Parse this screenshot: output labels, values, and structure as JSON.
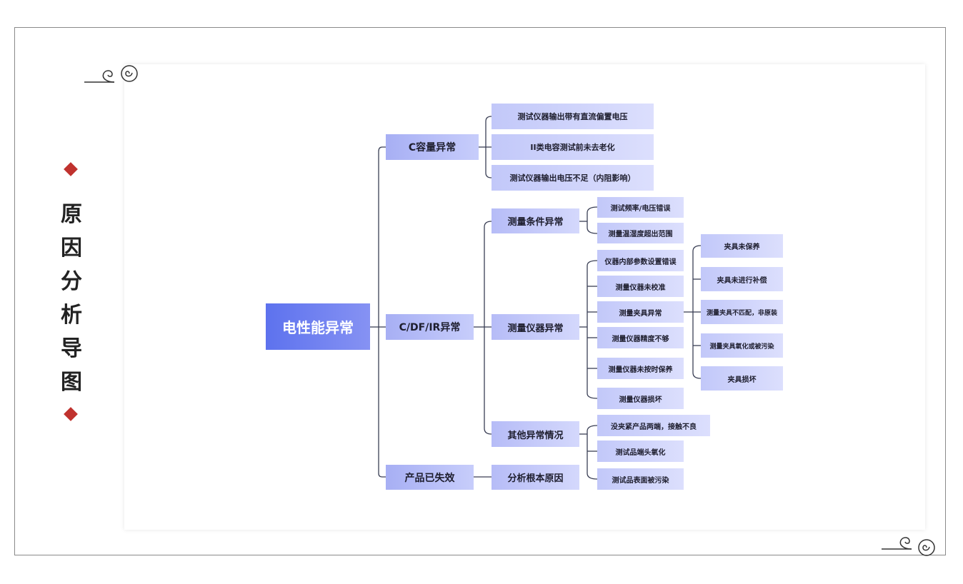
{
  "side_title": [
    "原",
    "因",
    "分",
    "析",
    "导",
    "图"
  ],
  "root": "电性能异常",
  "level1": {
    "c_cap": "C容量异常",
    "c_df_ir": "C/DF/IR异常",
    "failed": "产品已失效"
  },
  "c_cap_children": [
    "测试仪器输出带有直流偏置电压",
    "II类电容测试前未去老化",
    "测试仪器输出电压不足（内阻影响）"
  ],
  "c_df_ir_children": {
    "cond": "测量条件异常",
    "instr": "测量仪器异常",
    "other": "其他异常情况"
  },
  "cond_children": [
    "测试频率/电压错误",
    "测量温湿度超出范围"
  ],
  "instr_children": [
    "仪器内部参数设置错误",
    "测量仪器未校准",
    "测量夹具异常",
    "测量仪器精度不够",
    "测量仪器未按时保养",
    "测量仪器损坏"
  ],
  "fixture_children": [
    "夹具未保养",
    "夹具未进行补偿",
    "测量夹具不匹配，非原装",
    "测量夹具氧化或被污染",
    "夹具损坏"
  ],
  "other_children": [
    "没夹紧产品两端，接触不良",
    "测试品端头氧化",
    "测试品表面被污染"
  ],
  "failed_children": [
    "分析根本原因"
  ],
  "colors": {
    "accent_red": "#c0322e",
    "root_blue": "#5d72ee",
    "node_lavender": "#c7cdfb",
    "line": "#3a3f55"
  }
}
